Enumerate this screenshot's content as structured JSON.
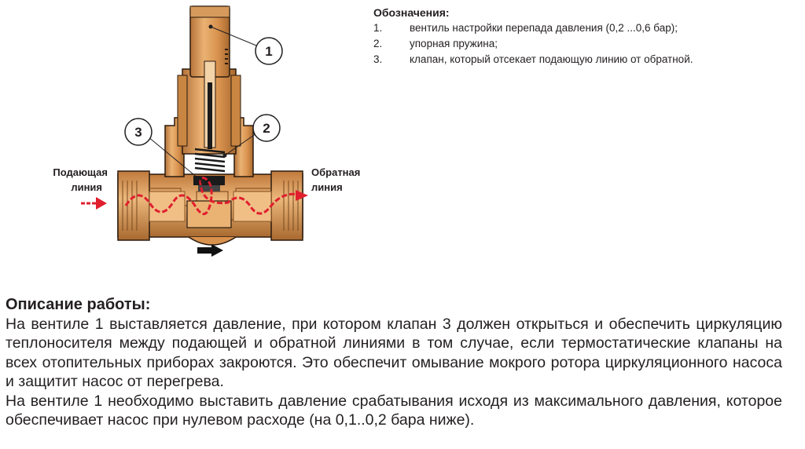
{
  "legend": {
    "title": "Обозначения:",
    "items": [
      {
        "num": "1.",
        "text": "вентиль настройки перепада давления (0,2 ...0,6 бар);"
      },
      {
        "num": "2.",
        "text": "упорная пружина;"
      },
      {
        "num": "3.",
        "text": "клапан, который отсекает подающую линию от обратной."
      }
    ]
  },
  "diagram": {
    "supply_label": [
      "Подающая",
      "линия"
    ],
    "return_label": [
      "Обратная",
      "линия"
    ],
    "callouts": [
      "1",
      "2",
      "3"
    ],
    "colors": {
      "brass_light": "#e3a05a",
      "brass_dark": "#a8692f",
      "flow": "#e01e2e",
      "outline": "#2a1a0e"
    }
  },
  "description": {
    "title": "Описание работы:",
    "paragraphs": [
      "На вентиле 1 выставляется давление, при котором клапан 3 должен открыться и обеспечить циркуляцию теплоносителя между подающей и обратной линиями в том случае, если термостатические клапаны на всех отопительных приборах закроются. Это обеспечит омывание мокрого ротора циркуляционного насоса и защитит насос от перегрева.",
      "На вентиле 1 необходимо выставить давление срабатывания исходя из максимального давления, которое обеспечивает насос при нулевом расходе (на 0,1..0,2 бара ниже)."
    ]
  }
}
